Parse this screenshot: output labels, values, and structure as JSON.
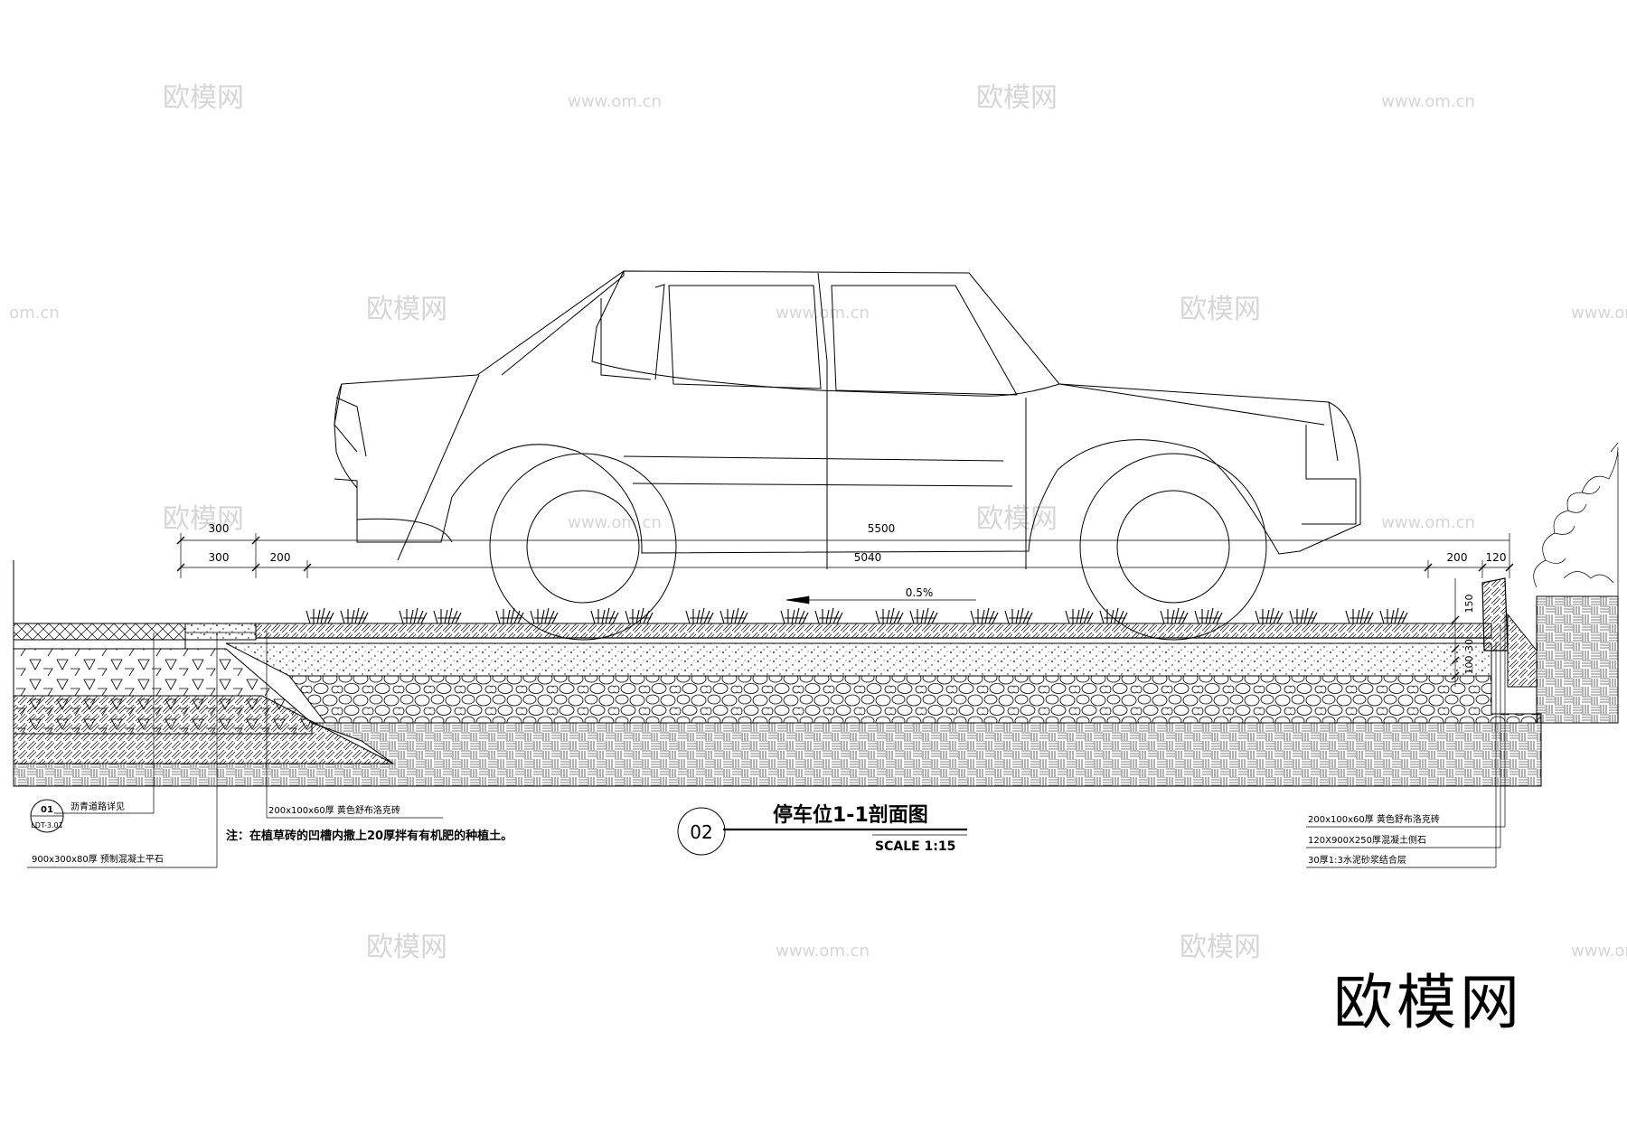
{
  "drawing": {
    "title": "停车位1-1剖面图",
    "scale": "SCALE 1:15",
    "detail_number": "02",
    "note": "注：在植草砖的凹槽内撒上20厚拌有有机肥的种植土。"
  },
  "dimensions": {
    "top_row": [
      "300",
      "5500"
    ],
    "second_row": [
      "300",
      "200",
      "5040",
      "200",
      "120"
    ],
    "vertical": [
      "150",
      "30",
      "100"
    ],
    "slope": "0.5%"
  },
  "left_labels": {
    "ref_top": "01",
    "ref_bottom": "LDT-3.01",
    "road_ref": "沥青道路详见",
    "curb": "900x300x80厚  预制混凝土平石",
    "paver": "200x100x60厚  黄色舒布洛克砖"
  },
  "right_labels": {
    "paver": "200x100x60厚  黄色舒布洛克砖",
    "curb": "120X900X250厚混凝土侧石",
    "mortar": "30厚1:3水泥砂浆结合层"
  },
  "watermarks": {
    "brand": "欧模网",
    "url": "www.om.cn",
    "url_left": "om.cn"
  },
  "colors": {
    "line": "#000000",
    "watermark": "#d6d6d6",
    "background": "#ffffff"
  }
}
